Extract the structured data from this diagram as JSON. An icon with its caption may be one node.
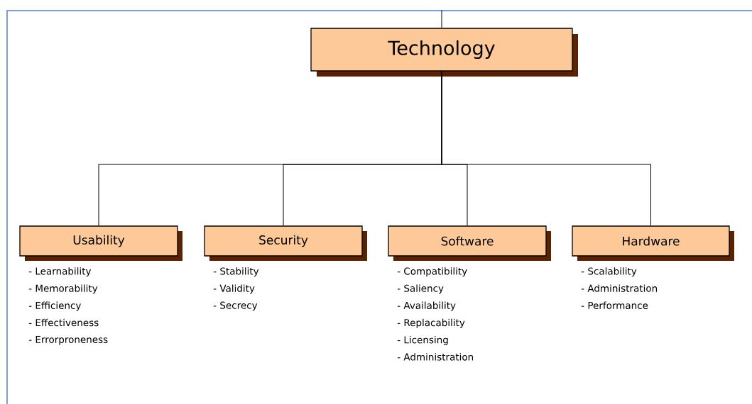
{
  "diagram": {
    "nodes": [
      {
        "text": [
          "Technology"
        ]
      },
      {
        "text": [
          "Usability"
        ],
        "beside": [
          "- Learnability",
          "- Memorability",
          "- Efficiency",
          "- Effectiveness",
          "- Errorproneness"
        ]
      },
      {
        "text": [
          "Security"
        ],
        "beside": [
          "- Stability",
          "- Validity",
          "- Secrecy"
        ]
      },
      {
        "text": [
          "Software"
        ],
        "beside": [
          "- Compatibility",
          "- Saliency",
          "- Availability",
          "- Replacability",
          "- Licensing",
          "- Administration"
        ]
      },
      {
        "text": [
          "Hardware"
        ],
        "beside": [
          "- Scalability",
          "- Administration",
          "- Performance"
        ]
      }
    ],
    "edges": [
      {
        "from": null,
        "to": 0,
        "arrow": "none"
      },
      {
        "from": 0,
        "to": 1,
        "arrow": "none"
      },
      {
        "from": 0,
        "to": 2,
        "arrow": "none"
      },
      {
        "from": 0,
        "to": 3,
        "arrow": "none"
      },
      {
        "from": 0,
        "to": 4,
        "arrow": "none"
      }
    ]
  }
}
